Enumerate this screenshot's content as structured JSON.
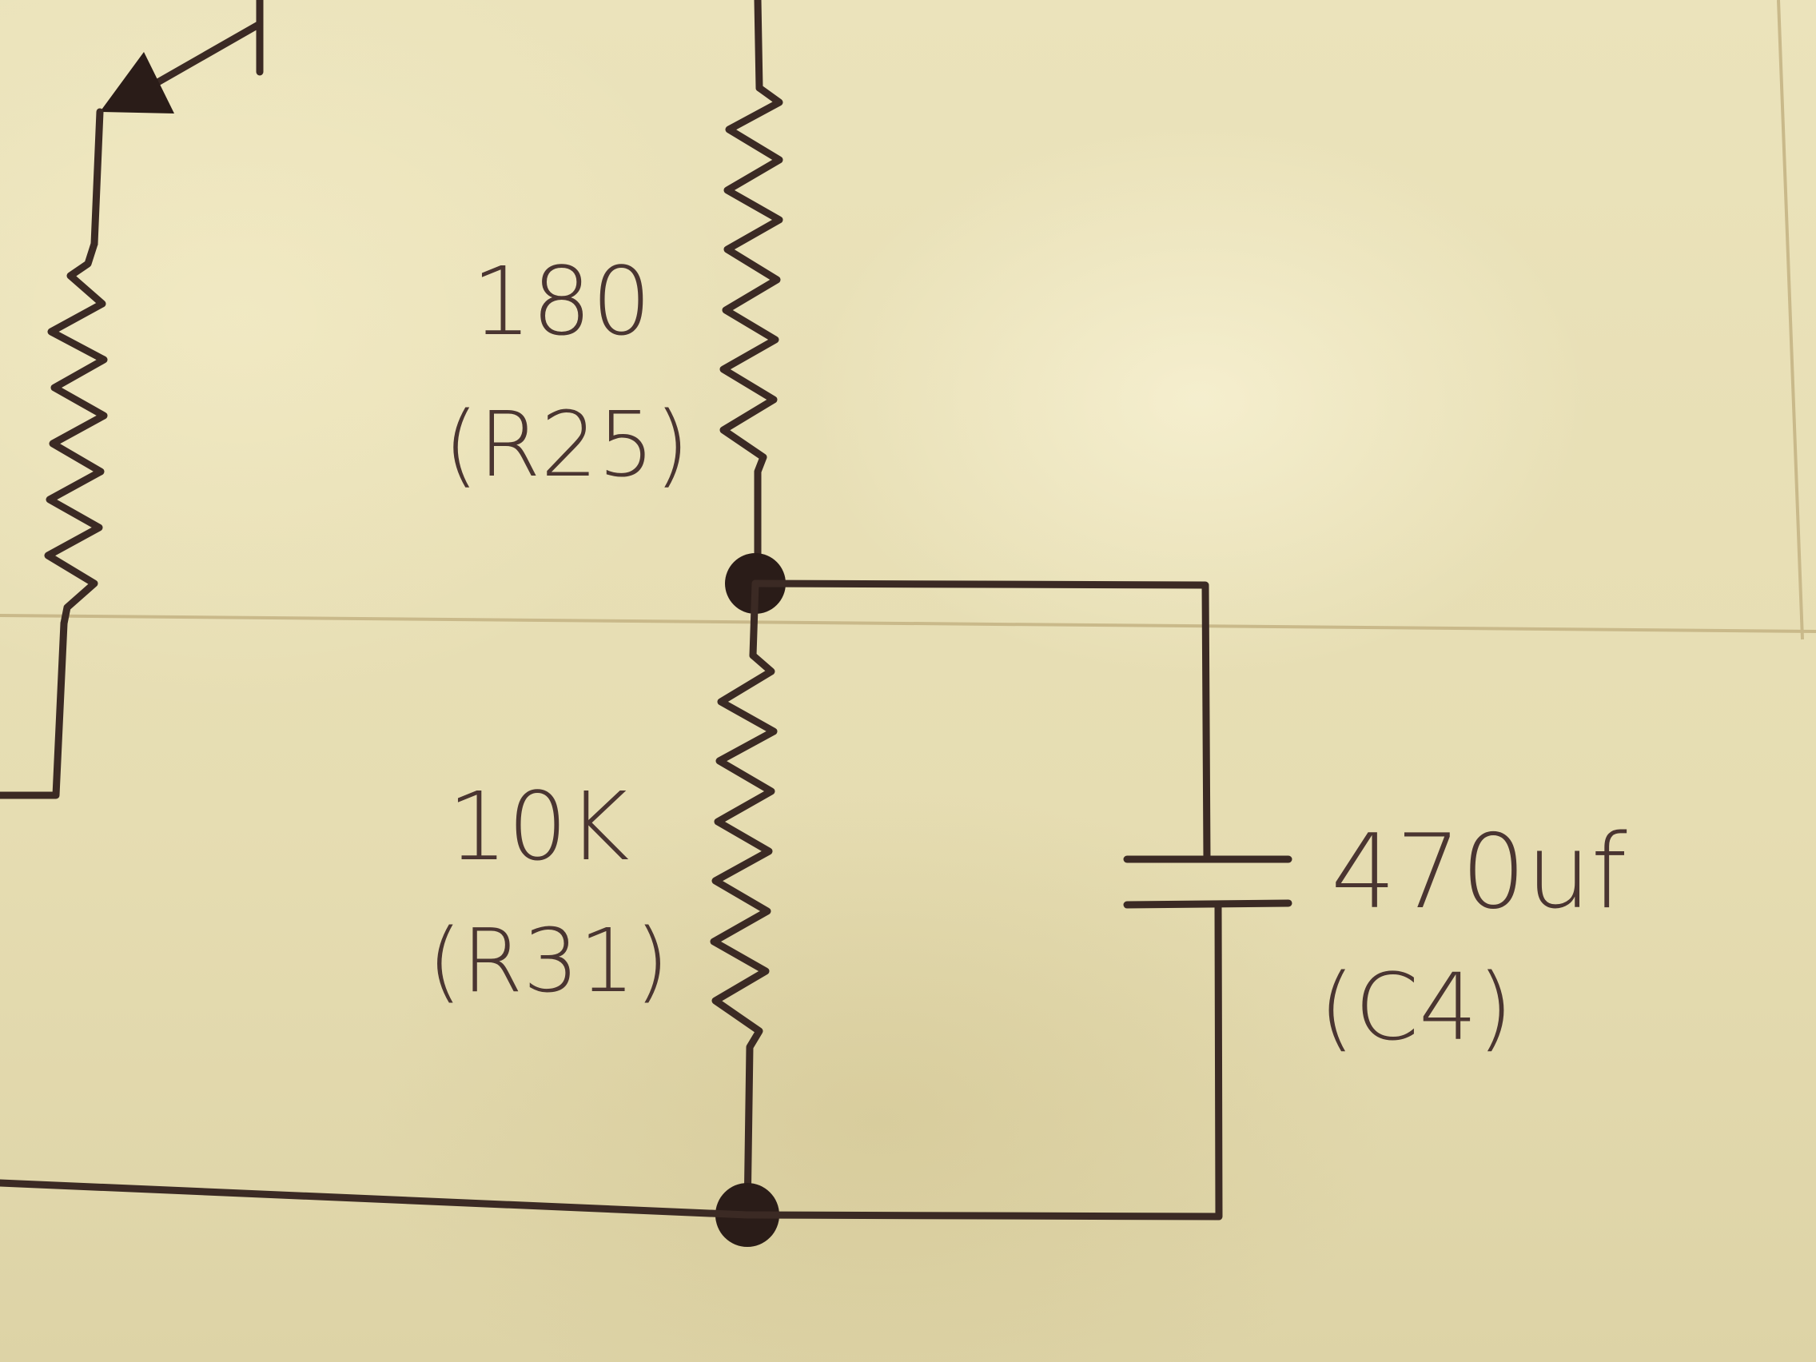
{
  "components": {
    "r25": {
      "value": "180",
      "designator": "(R25)"
    },
    "r31": {
      "value": "10K",
      "designator": "(R31)"
    },
    "c4": {
      "value": "470uf",
      "designator": "(C4)"
    }
  },
  "colors": {
    "paper": "#e9e1b8",
    "ink": "#3b2a24",
    "text": "#4a3531"
  }
}
